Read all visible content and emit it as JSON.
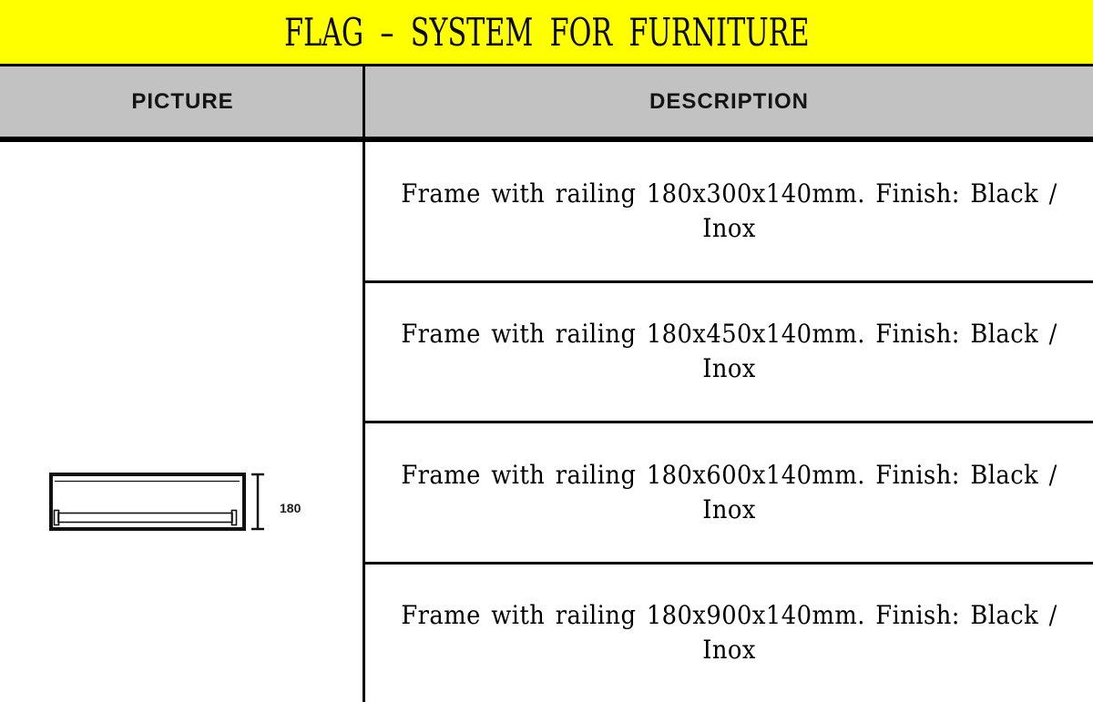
{
  "banner": {
    "title": "FLAG – SYSTEM FOR FURNITURE",
    "background_color": "#ffff00"
  },
  "table": {
    "header": {
      "background_color": "#c2c2c2",
      "columns": [
        {
          "label": "PICTURE"
        },
        {
          "label": "DESCRIPTION"
        }
      ]
    },
    "rows": [
      {
        "description": "Frame with railing 180x300x140mm. Finish: Black /\nInox"
      },
      {
        "description": "Frame with railing 180x450x140mm. Finish: Black /\nInox"
      },
      {
        "description": "Frame with railing 180x600x140mm. Finish: Black /\nInox"
      },
      {
        "description": "Frame with railing 180x900x140mm. Finish: Black /\nInox"
      }
    ]
  },
  "drawing": {
    "type": "frame-with-railing-front-view",
    "dimension_label": "180"
  },
  "colors": {
    "banner_yellow": "#ffff00",
    "header_gray": "#c2c2c2",
    "border_black": "#000000"
  }
}
